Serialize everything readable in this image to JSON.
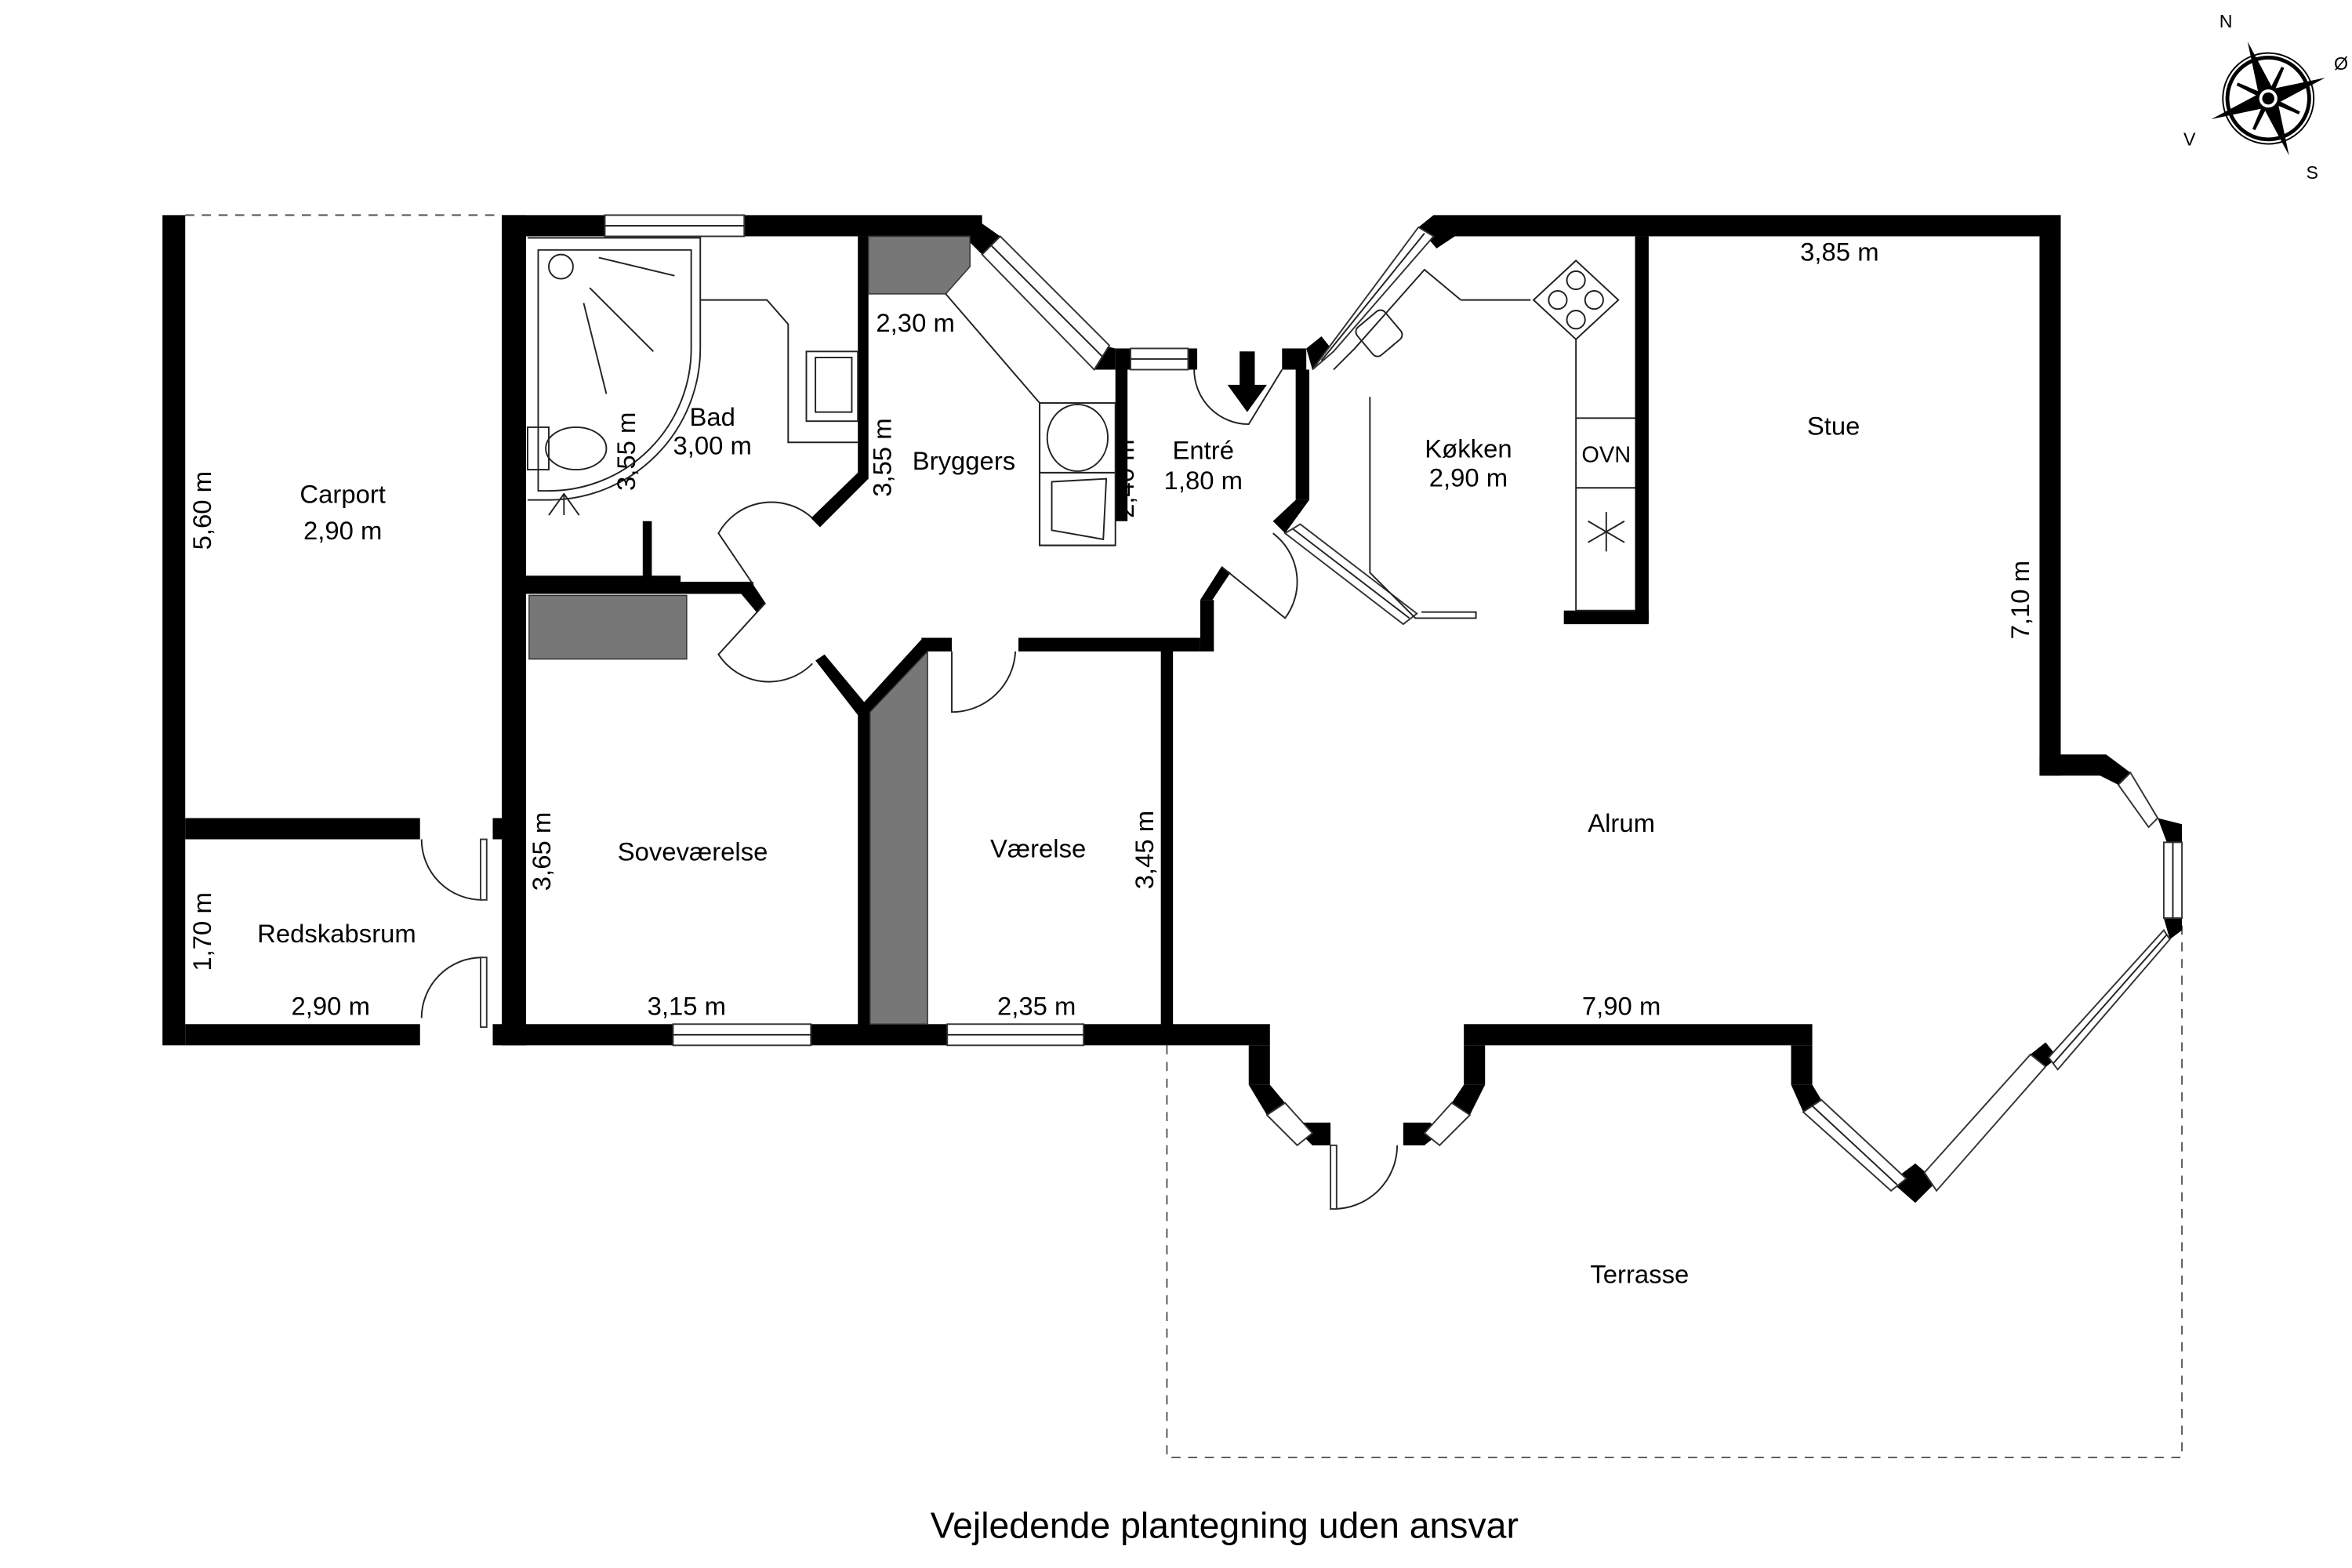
{
  "plan": {
    "caption": "Vejledende plantegning uden ansvar",
    "compass": {
      "north": "N",
      "east": "Ø",
      "south": "S",
      "west": "V"
    },
    "rooms": {
      "carport": {
        "name": "Carport",
        "width": "2,90 m",
        "height": "5,60 m"
      },
      "redskabsrum": {
        "name": "Redskabsrum",
        "width": "2,90 m",
        "height": "1,70 m"
      },
      "bad": {
        "name": "Bad",
        "width": "3,00 m",
        "height": "3,55 m"
      },
      "bryggers": {
        "name": "Bryggers",
        "width": "2,30 m",
        "height": "3,55 m"
      },
      "entre": {
        "name": "Entré",
        "width": "1,80 m",
        "height": "2,40 m"
      },
      "kokken": {
        "name": "Køkken",
        "width": "2,90 m",
        "oven_label": "OVN"
      },
      "stue": {
        "name": "Stue",
        "width": "3,85 m",
        "height": "7,10 m"
      },
      "sovevaerelse": {
        "name": "Soveværelse",
        "width": "3,15 m",
        "height": "3,65 m"
      },
      "vaerelse": {
        "name": "Værelse",
        "width": "2,35 m",
        "height": "3,45 m"
      },
      "alrum": {
        "name": "Alrum",
        "width": "7,90 m"
      },
      "terrasse": {
        "name": "Terrasse"
      }
    }
  }
}
